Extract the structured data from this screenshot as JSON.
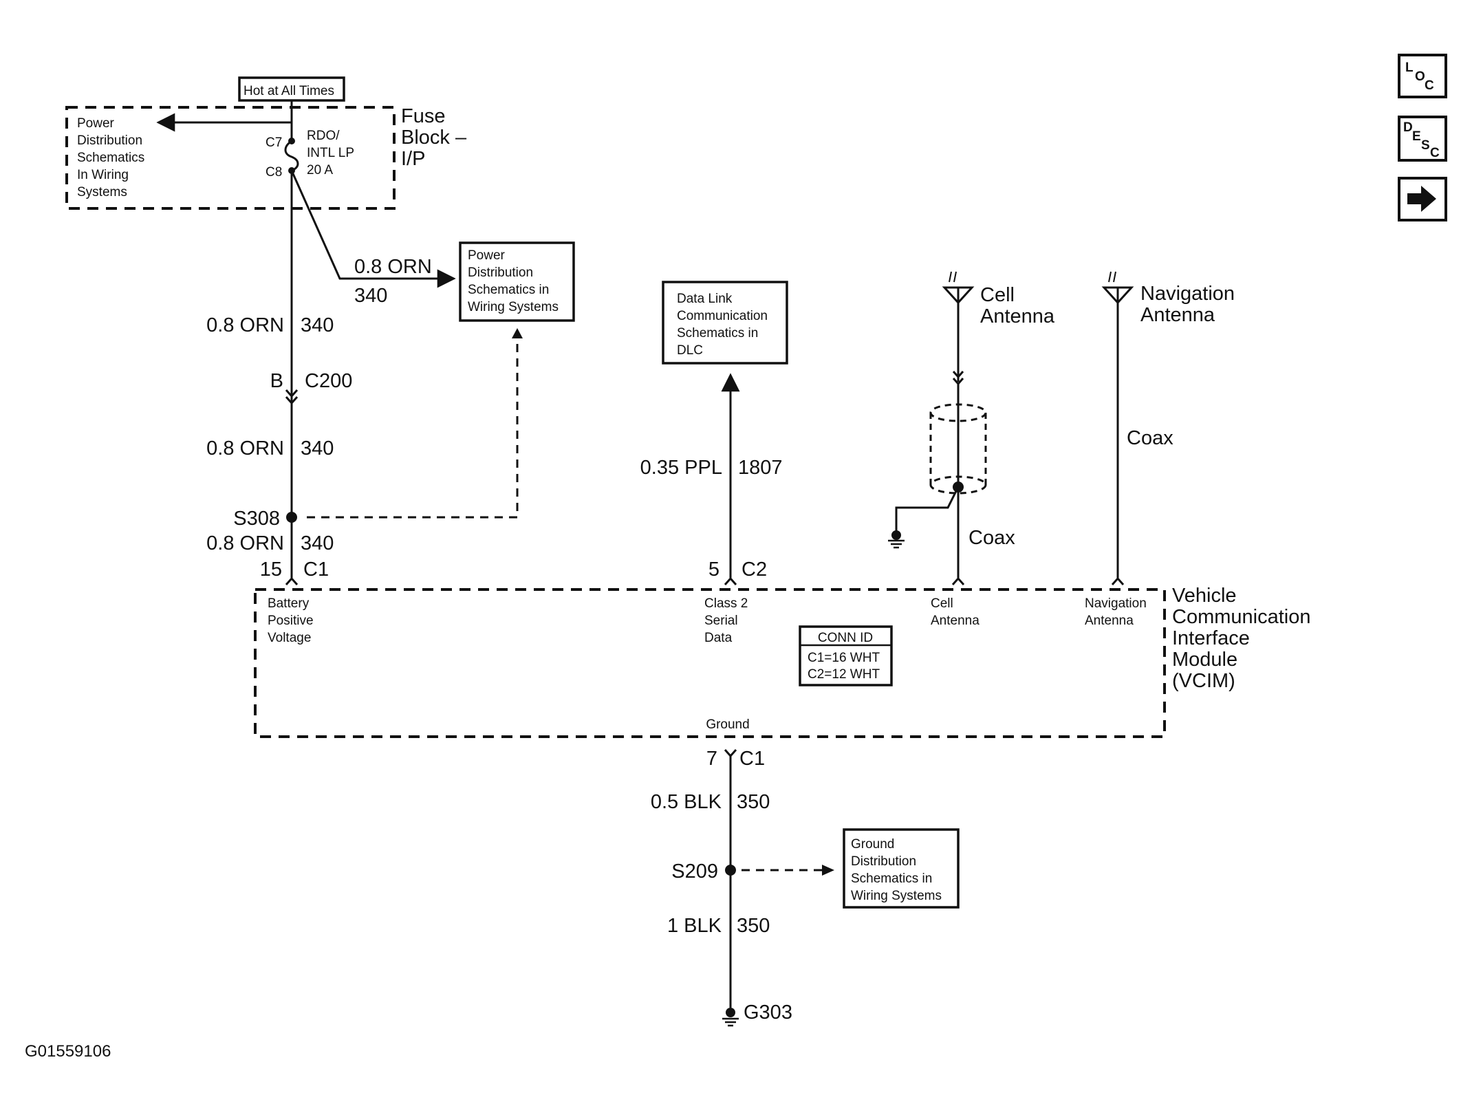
{
  "fuse_block": {
    "hot_label": "Hot at All Times",
    "title_line1": "Fuse",
    "title_line2": "Block –",
    "title_line3": "I/P",
    "pd_line1": "Power",
    "pd_line2": "Distribution",
    "pd_line3": "Schematics",
    "pd_line4": "In Wiring",
    "pd_line5": "Systems",
    "terminal_in": "C7",
    "terminal_out": "C8",
    "fuse_line1": "RDO/",
    "fuse_line2": "INTL LP",
    "fuse_line3": "20 A"
  },
  "power_branch": {
    "wire_color": "0.8 ORN",
    "circuit": "340",
    "box_line1": "Power",
    "box_line2": "Distribution",
    "box_line3": "Schematics in",
    "box_line4": "Wiring Systems"
  },
  "feed_circuit": {
    "seg1_color": "0.8 ORN",
    "seg1_circuit": "340",
    "conn_pin": "B",
    "conn_name": "C200",
    "seg2_color": "0.8 ORN",
    "seg2_circuit": "340",
    "splice": "S308",
    "seg3_color": "0.8 ORN",
    "seg3_circuit": "340",
    "pin": "15",
    "pin_conn": "C1"
  },
  "data_link": {
    "box_line1": "Data Link",
    "box_line2": "Communication",
    "box_line3": "Schematics in",
    "box_line4": "DLC",
    "wire_color": "0.35 PPL",
    "circuit": "1807",
    "pin": "5",
    "pin_conn": "C2"
  },
  "cell_antenna": {
    "name_line1": "Cell",
    "name_line2": "Antenna",
    "coax_label": "Coax"
  },
  "nav_antenna": {
    "name_line1": "Navigation",
    "name_line2": "Antenna",
    "coax_label": "Coax"
  },
  "module": {
    "name_line1": "Vehicle",
    "name_line2": "Communication",
    "name_line3": "Interface",
    "name_line4": "Module",
    "name_line5": "(VCIM)",
    "bat_line1": "Battery",
    "bat_line2": "Positive",
    "bat_line3": "Voltage",
    "class2_line1": "Class 2",
    "class2_line2": "Serial",
    "class2_line3": "Data",
    "cell_line1": "Cell",
    "cell_line2": "Antenna",
    "nav_line1": "Navigation",
    "nav_line2": "Antenna",
    "ground_label": "Ground",
    "conn_id_title": "CONN ID",
    "conn_id_c1": "C1=16 WHT",
    "conn_id_c2": "C2=12 WHT"
  },
  "ground_circuit": {
    "pin": "7",
    "pin_conn": "C1",
    "seg1_color": "0.5 BLK",
    "seg1_circuit": "350",
    "splice": "S209",
    "box_line1": "Ground",
    "box_line2": "Distribution",
    "box_line3": "Schematics in",
    "box_line4": "Wiring Systems",
    "seg2_color": "1 BLK",
    "seg2_circuit": "350",
    "ground_point": "G303"
  },
  "nav_buttons": {
    "loc": {
      "l1": "L",
      "l2": "O",
      "l3": "C"
    },
    "desc": {
      "l1": "D",
      "l2": "E",
      "l3": "S",
      "l4": "C"
    },
    "next_icon": "right-arrow-icon"
  },
  "figure_id": "G01559106"
}
